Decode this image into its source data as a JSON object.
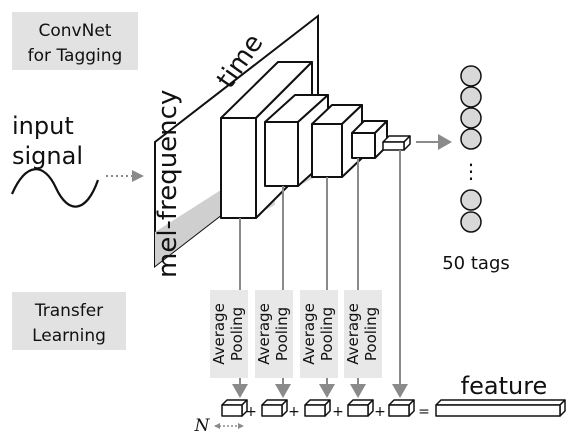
{
  "labels": {
    "convnet_line1": "ConvNet",
    "convnet_line2": "for Tagging",
    "input_line1": "input",
    "input_line2": "signal",
    "time_axis": "time",
    "freq_axis": "mel-frequency",
    "tags": "50 tags",
    "transfer_line1": "Transfer",
    "transfer_line2": "Learning",
    "pool_word1": "Average",
    "pool_word2": "Pooling",
    "plus": "+",
    "equals": "=",
    "feature": "feature",
    "n_label": "N",
    "ellipsis": "⋮"
  },
  "colors": {
    "label_box_bg": "#e2e2e2",
    "pool_box_bg": "#e8e8e8",
    "flow_arrow": "#8a8a8a",
    "spectrogram_shade": "#cfcfcf",
    "tag_node_fill": "#d8d8d8"
  },
  "icons": {
    "input_wave": "sine-wave-icon",
    "input_arrow": "dotted-arrow-icon",
    "tag_node": "circle-node-icon"
  }
}
